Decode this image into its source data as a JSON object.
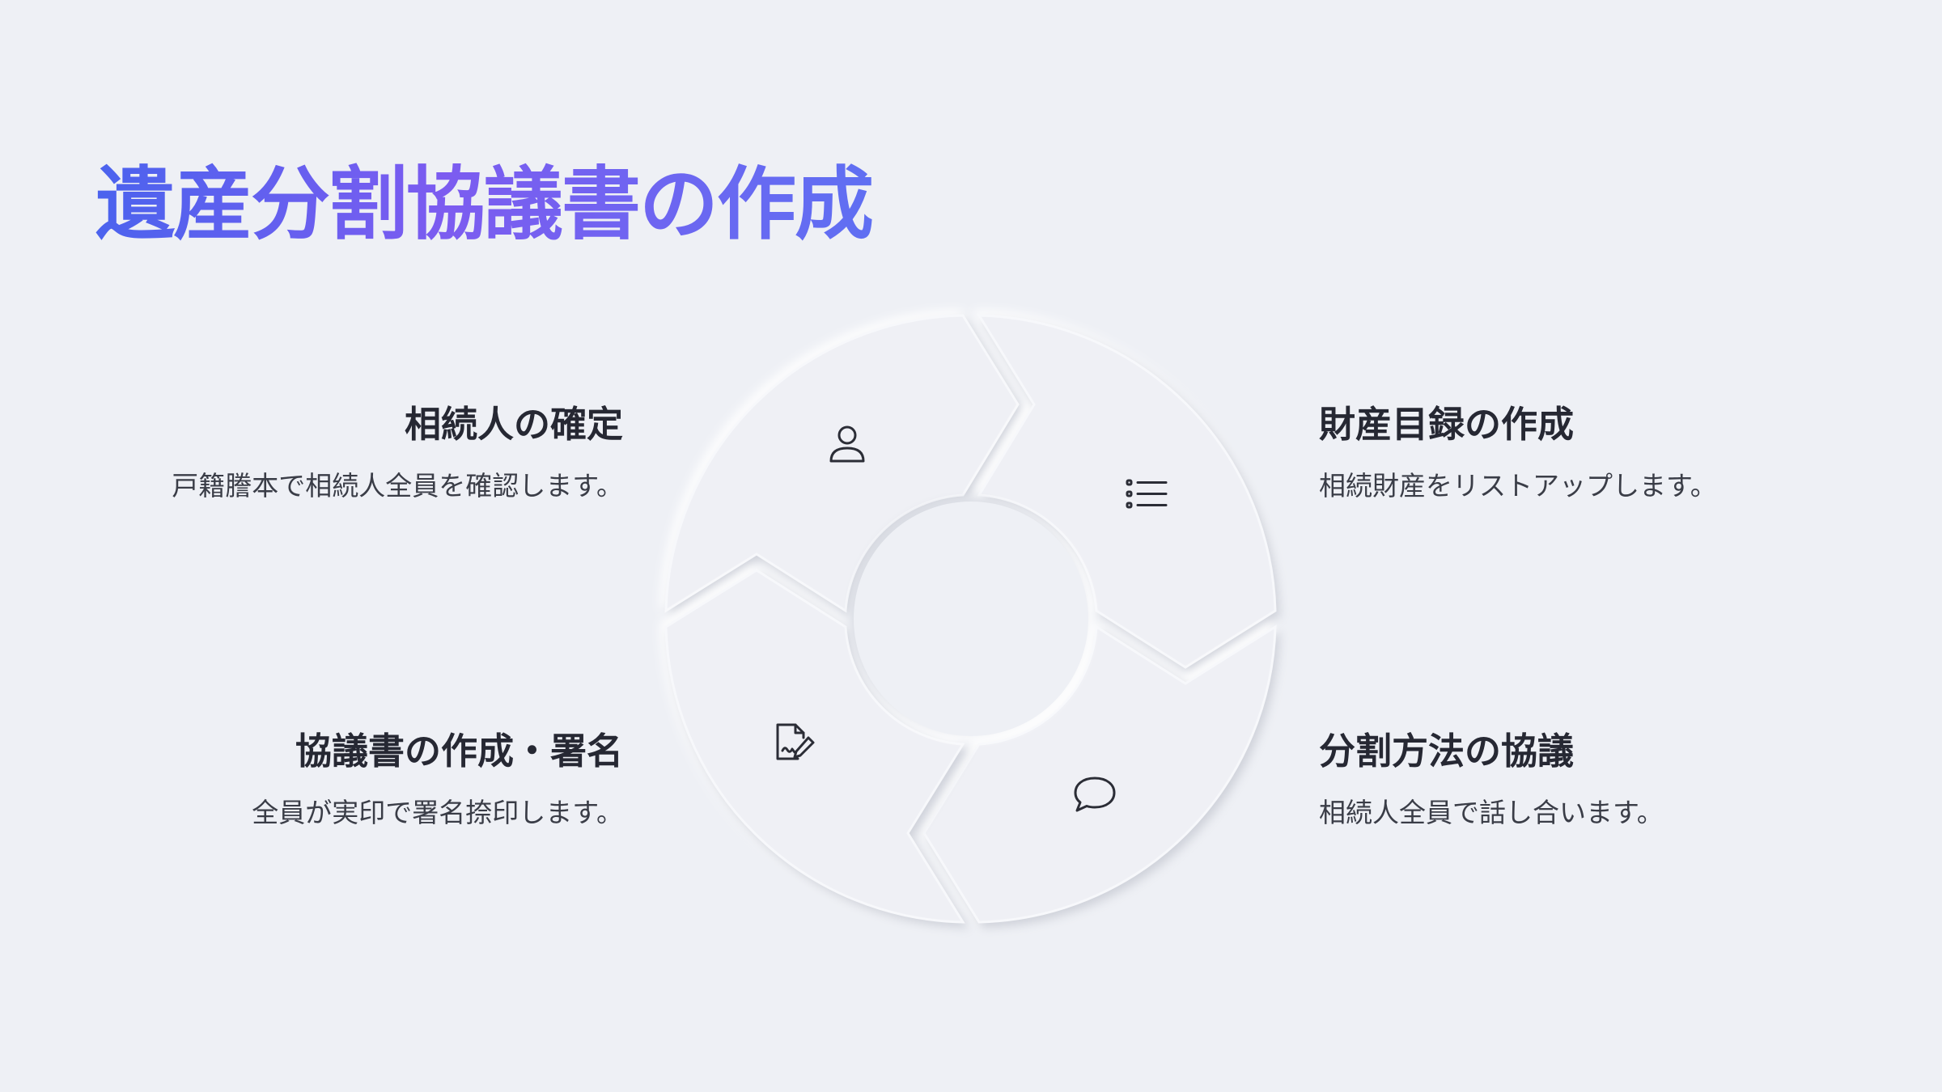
{
  "title": "遺産分割協議書の作成",
  "steps": [
    {
      "title": "相続人の確定",
      "description": "戸籍謄本で相続人全員を確認します。",
      "icon": "user-icon"
    },
    {
      "title": "財産目録の作成",
      "description": "相続財産をリストアップします。",
      "icon": "list-icon"
    },
    {
      "title": "分割方法の協議",
      "description": "相続人全員で話し合います。",
      "icon": "chat-bubble-icon"
    },
    {
      "title": "協議書の作成・署名",
      "description": "全員が実印で署名捺印します。",
      "icon": "document-sign-icon"
    }
  ],
  "colors": {
    "background": "#eef0f5",
    "title_gradient_start": "#4b63ee",
    "title_gradient_mid": "#7c5cf0",
    "heading": "#262833",
    "body": "#3a3d47",
    "icon_stroke": "#2b2d36"
  }
}
